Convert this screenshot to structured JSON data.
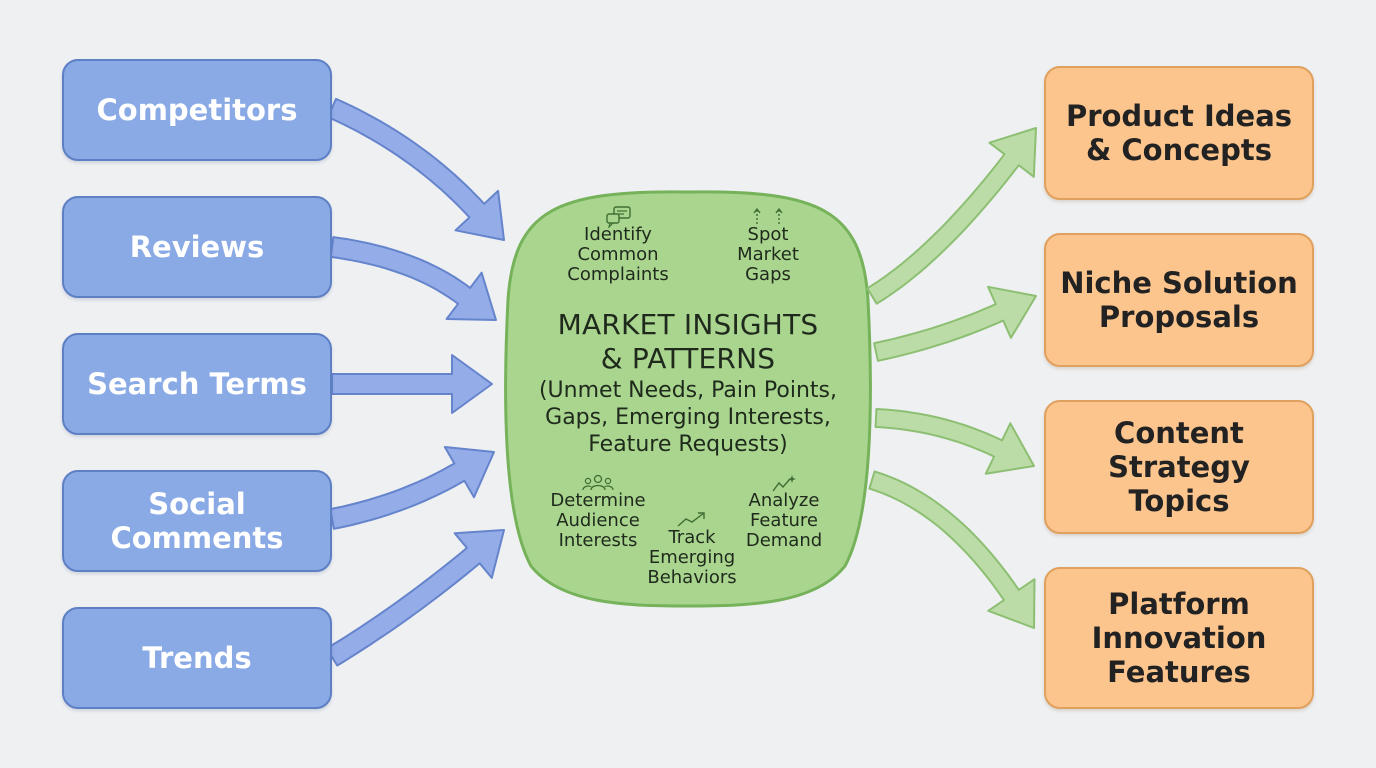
{
  "sources": [
    "Competitors",
    "Reviews",
    "Search Terms",
    "Social Comments",
    "Trends"
  ],
  "hub": {
    "title_line1": "MARKET INSIGHTS",
    "title_line2": "& PATTERNS",
    "subtitle_line1": "(Unmet Needs, Pain Points,",
    "subtitle_line2": "Gaps, Emerging Interests,",
    "subtitle_line3": "Feature Requests)",
    "notes": {
      "complaints": [
        "Identify",
        "Common",
        "Complaints"
      ],
      "gaps": [
        "Spot",
        "Market",
        "Gaps"
      ],
      "audience": [
        "Determine",
        "Audience",
        "Interests"
      ],
      "track": [
        "Track",
        "Emerging",
        "Behaviors"
      ],
      "demand": [
        "Analyze",
        "Feature",
        "Demand"
      ]
    }
  },
  "outputs": {
    "product": [
      "Product Ideas",
      "& Concepts"
    ],
    "niche": [
      "Niche Solution",
      "Proposals"
    ],
    "content": [
      "Content",
      "Strategy",
      "Topics"
    ],
    "platform": [
      "Platform",
      "Innovation",
      "Features"
    ]
  },
  "icons": {
    "complaints": "chat-bubbles-icon",
    "gaps": "up-arrows-icon",
    "audience": "people-group-icon",
    "track": "trend-line-icon",
    "demand": "demand-sparkle-icon"
  },
  "colors": {
    "source_fill": "#8aaae6",
    "source_border": "#5d7fc4",
    "hub_fill": "#a9d58f",
    "hub_border": "#76b25a",
    "output_fill": "#fcc58d",
    "output_border": "#e0a15e",
    "in_arrow_fill": "#94ace8",
    "in_arrow_stroke": "#6584cc",
    "out_arrow_fill": "#bcdca7",
    "out_arrow_stroke": "#8dbf72",
    "background": "#eef0f2"
  }
}
